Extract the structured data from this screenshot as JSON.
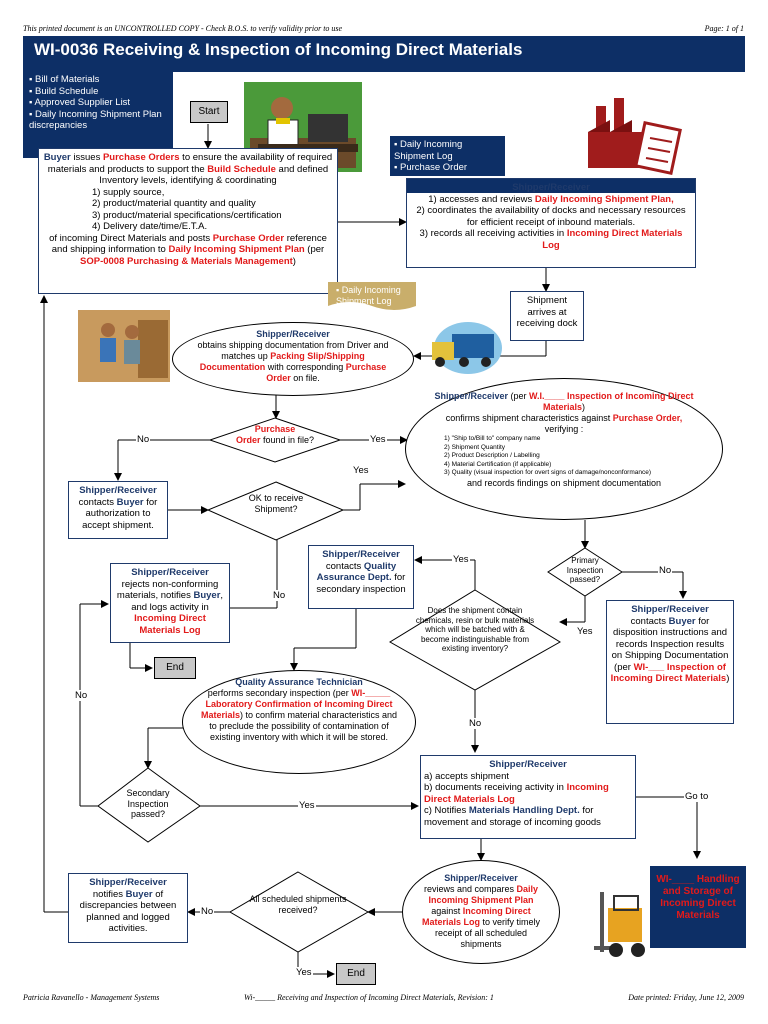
{
  "header": {
    "disclaimer": "This printed document is an UNCONTROLLED COPY - Check B.O.S. to verify validity prior to use",
    "page": "Page: 1 of 1",
    "title": "WI-0036 Receiving & Inspection of Incoming Direct Materials"
  },
  "inputs_top": [
    "Bill of Materials",
    "Build Schedule",
    "Approved Supplier List",
    "Daily Incoming Shipment Plan discrepancies"
  ],
  "inputs_right": [
    "Daily Incoming Shipment Log",
    "Purchase Order"
  ],
  "note_log": "Daily Incoming Shipment Log",
  "start": "Start",
  "buyer_box": {
    "buyer": "Buyer",
    "t1": " issues ",
    "po": "Purchase Orders",
    "t2": " to ensure the availability of required materials and products to support the ",
    "bs": "Build Schedule",
    "t3": " and defined Inventory levels, identifying & coordinating",
    "items": [
      "1)  supply source,",
      "2)  product/material quantity and quality",
      "3)  product/material specifications/certification",
      "4)  Delivery date/time/E.T.A."
    ],
    "t4": "of incoming Direct Materials and posts ",
    "po2": "Purchase Order",
    "t5": " reference and shipping information to ",
    "dis": "Daily Incoming Shipment Plan",
    "t6": " (per ",
    "sop": "SOP-0008  Purchasing & Materials Management",
    "t7": ")"
  },
  "sr_top": {
    "head": "Shipper/Receiver",
    "l1a": "1)  accesses and reviews ",
    "l1b": "Daily Incoming Shipment Plan,",
    "l2": "2) coordinates the availability of docks and necessary resources for efficient receipt of inbound materials.",
    "l3a": "3)  records all receiving activities in ",
    "l3b": "Incoming Direct Materials Log"
  },
  "arrives": "Shipment arrives at receiving dock",
  "obtain": {
    "head": "Shipper/Receiver",
    "t1": "obtains shipping documentation from Driver and matches up ",
    "ps": "Packing Slip/Shipping Documentation",
    "t2": " with corresponding ",
    "po": "Purchase Order",
    "t3": " on file."
  },
  "confirm": {
    "head": "Shipper/Receiver",
    "t0": " (per ",
    "wi": "W.I.____  Inspection of Incoming Direct Materials",
    "t1": ")",
    "t2": "confirms shipment characteristics against ",
    "po": "Purchase Order,",
    "t3": " verifying :",
    "checks": [
      "1)  \"Ship to/Bill to\" company name",
      "2)  Shipment Quantity",
      "2)  Product Description / Labelling",
      "4)  Material  Certification (if applicable)",
      "3)  Quality (visual inspection for overt signs of damage/nonconformance)"
    ],
    "t4": "and records findings on shipment documentation"
  },
  "d_po": {
    "p1": "Purchase",
    "p2": "Order",
    "p3": " found in file?"
  },
  "d_ok": "OK to receive Shipment?",
  "d_primary": "Primary Inspection passed?",
  "d_chem": "Does the shipment contain chemicals, resin or bulk materials which will be batched with & become indistinguishable from existing inventory?",
  "d_secondary": "Secondary Inspection passed?",
  "d_all": "All scheduled shipments received?",
  "contact_buyer": {
    "head": "Shipper/Receiver",
    "t1": "contacts ",
    "buyer": "Buyer",
    "t2": " for authorization to accept shipment."
  },
  "rejects": {
    "head": "Shipper/Receiver",
    "t1": "rejects non-conforming materials, notifies ",
    "buyer": "Buyer",
    "t2": ", and logs activity in ",
    "log": "Incoming Direct Materials Log"
  },
  "contact_qa": {
    "head": "Shipper/Receiver",
    "t1": "contacts ",
    "qa": "Quality Assurance Dept.",
    "t2": " for secondary inspection"
  },
  "disposition": {
    "head": "Shipper/Receiver",
    "t1": "contacts ",
    "buyer": "Buyer",
    "t2": " for disposition instructions and records Inspection results on Shipping Documentation (per ",
    "wi": "WI-___  Inspection of Incoming Direct Materials",
    "t3": ")"
  },
  "qa_tech": {
    "head": "Quality Assurance Technician",
    "t1": "performs secondary inspection (per ",
    "wi": "WI-_____ Laboratory Confirmation of Incoming Direct Materials",
    "t2": ") to confirm material characteristics and to preclude the possibility of contamination of existing inventory with which it will be stored."
  },
  "accepts": {
    "head": "Shipper/Receiver",
    "a": "a)  accepts shipment",
    "b1": "b)  documents receiving activity in ",
    "b2": "Incoming Direct Materials Log",
    "c1": "c)  Notifies ",
    "c2": "Materials Handling Dept.",
    "c3": " for movement and storage of incoming goods"
  },
  "handling": "WI-____ Handling and Storage of Incoming Direct Materials",
  "reviews": {
    "head": "Shipper/Receiver",
    "t1": "reviews and compares ",
    "dis": "Daily Incoming Shipment Plan",
    "t2": " against ",
    "log": "Incoming Direct Materials Log",
    "t3": " to verify timely receipt of all scheduled shipments"
  },
  "notify_disc": {
    "head": "Shipper/Receiver",
    "t1": "notifies ",
    "buyer": "Buyer",
    "t2": " of discrepancies between planned and logged activities."
  },
  "labels": {
    "yes": "Yes",
    "no": "No",
    "goto": "Go to"
  },
  "end": "End",
  "footer": {
    "left": "Patricia Ravanello - Management Systems",
    "center": "Wi-_____ Receiving and Inspection of Incoming Direct Materials, Revision:  1",
    "right": "Date printed:  Friday, June 12, 2009"
  }
}
